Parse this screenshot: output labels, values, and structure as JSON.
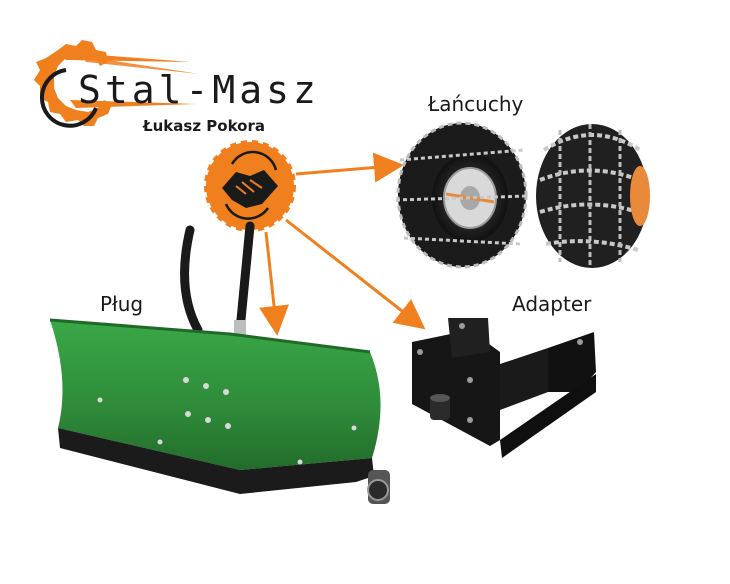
{
  "brand": {
    "name": "Stal-Masz",
    "owner": "Łukasz Pokora"
  },
  "products": {
    "chains_label": "Łańcuchy",
    "plow_label": "Pług",
    "adapter_label": "Adapter"
  },
  "colors": {
    "accent": "#f07f1e",
    "plow_green": "#2f8f3a",
    "dark": "#1a1a1a"
  },
  "icons": {
    "center": "handshake-icon"
  }
}
